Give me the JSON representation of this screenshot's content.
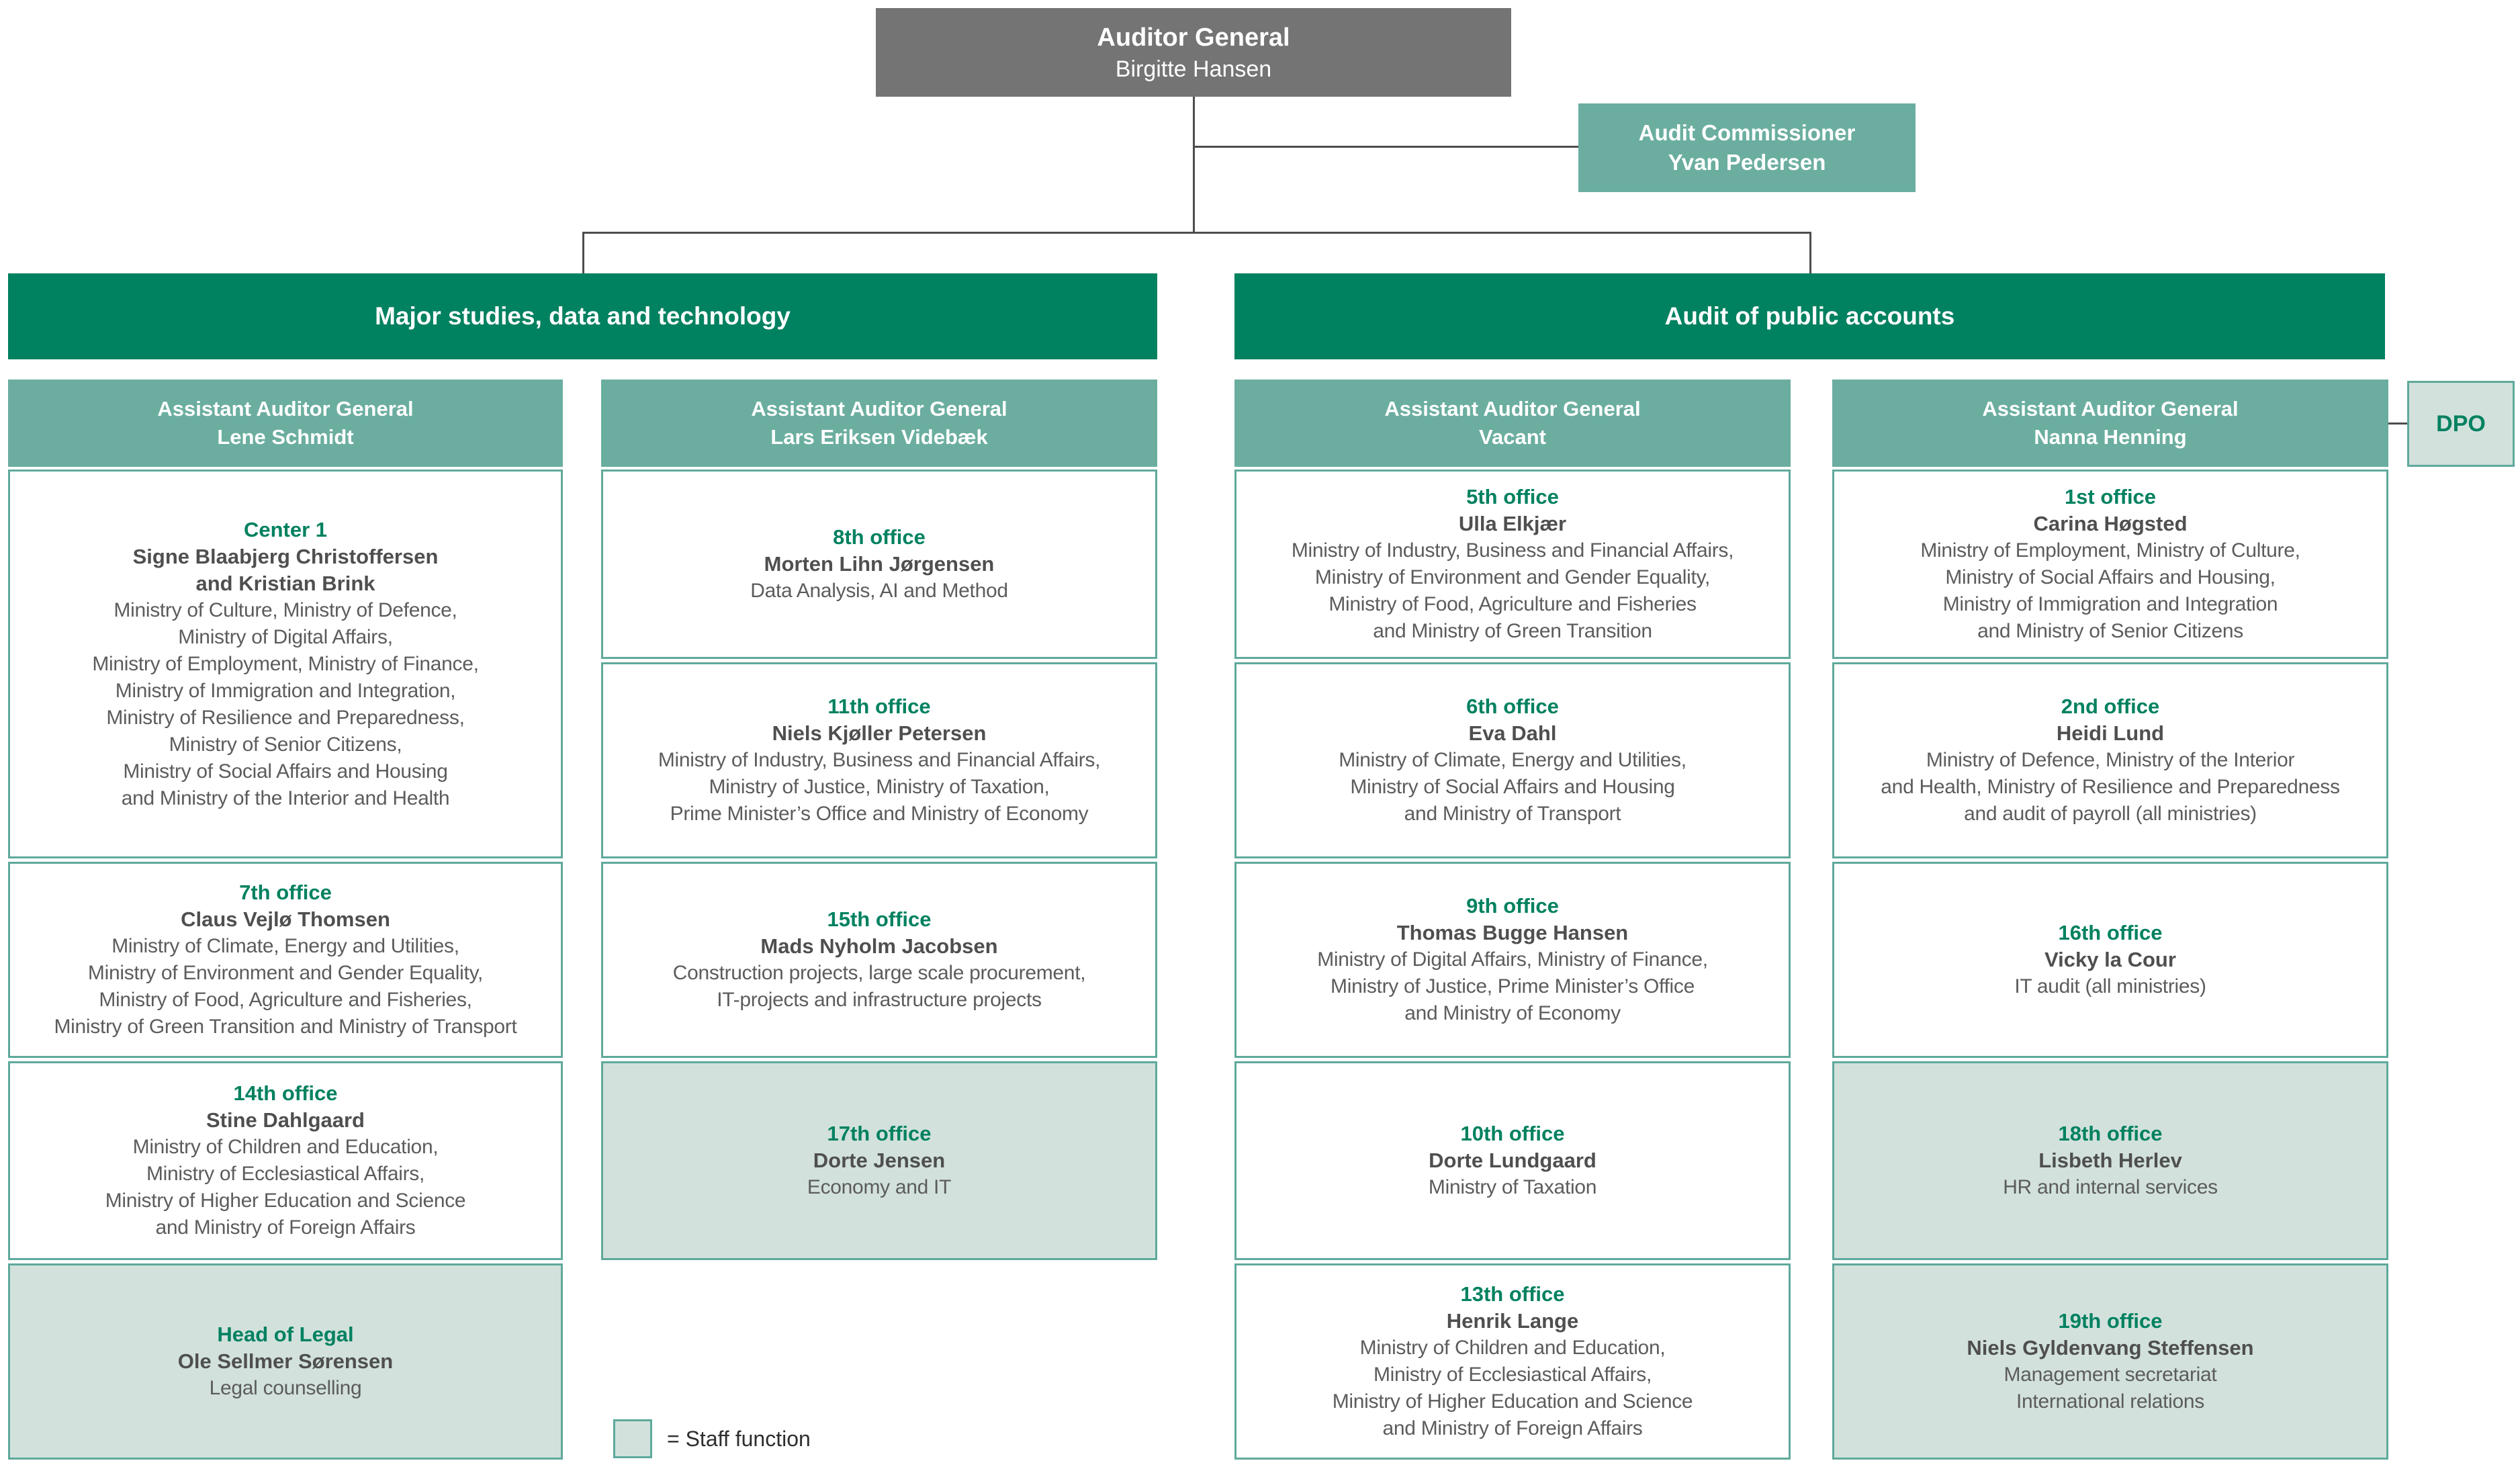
{
  "top": {
    "auditor_general": {
      "title": "Auditor General",
      "name": "Birgitte Hansen"
    },
    "audit_commissioner": {
      "title": "Audit Commissioner",
      "name": "Yvan Pedersen"
    }
  },
  "branches": [
    {
      "label": "Major studies, data and technology"
    },
    {
      "label": "Audit of public accounts"
    }
  ],
  "columns": [
    {
      "header": {
        "title": "Assistant Auditor General",
        "name": "Lene Schmidt"
      },
      "sections": [
        {
          "title": "Center 1",
          "span": 2,
          "name_lines": [
            "Signe Blaabjerg Christoffersen",
            "and Kristian Brink"
          ],
          "lines": [
            "Ministry of Culture, Ministry of Defence,",
            "Ministry of Digital Affairs,",
            "Ministry of Employment, Ministry of Finance,",
            "Ministry of Immigration and Integration,",
            "Ministry of Resilience and Preparedness,",
            "Ministry of Senior Citizens,",
            "Ministry of Social Affairs and Housing",
            "and Ministry of the Interior and Health"
          ]
        },
        {
          "title": "7th office",
          "name_lines": [
            "Claus Vejlø Thomsen"
          ],
          "lines": [
            "Ministry of Climate, Energy and Utilities,",
            "Ministry of Environment and Gender Equality,",
            "Ministry of Food, Agriculture and Fisheries,",
            "Ministry of Green Transition and Ministry of Transport"
          ]
        },
        {
          "title": "14th office",
          "name_lines": [
            "Stine Dahlgaard"
          ],
          "lines": [
            "Ministry of Children and Education,",
            "Ministry of Ecclesiastical Affairs,",
            "Ministry of Higher Education and Science",
            "and Ministry of Foreign Affairs"
          ]
        },
        {
          "title": "Head of Legal",
          "staff": true,
          "name_lines": [
            "Ole Sellmer Sørensen"
          ],
          "lines": [
            "Legal counselling"
          ]
        }
      ]
    },
    {
      "header": {
        "title": "Assistant Auditor General",
        "name": "Lars Eriksen Videbæk"
      },
      "sections": [
        {
          "title": "8th office",
          "name_lines": [
            "Morten Lihn Jørgensen"
          ],
          "lines": [
            "Data Analysis, AI and Method"
          ]
        },
        {
          "title": "11th office",
          "name_lines": [
            "Niels Kjøller Petersen"
          ],
          "lines": [
            "Ministry of Industry, Business and Financial Affairs,",
            "Ministry of Justice, Ministry of Taxation,",
            "Prime Minister’s Office and Ministry of Economy"
          ]
        },
        {
          "title": "15th office",
          "name_lines": [
            "Mads Nyholm Jacobsen"
          ],
          "lines": [
            "Construction projects, large scale procurement,",
            "IT-projects and infrastructure projects"
          ]
        },
        {
          "title": "17th office",
          "staff": true,
          "name_lines": [
            "Dorte Jensen"
          ],
          "lines": [
            "Economy and IT"
          ]
        }
      ]
    },
    {
      "header": {
        "title": "Assistant Auditor General",
        "name": "Vacant"
      },
      "sections": [
        {
          "title": "5th office",
          "name_lines": [
            "Ulla Elkjær"
          ],
          "lines": [
            "Ministry of Industry, Business and Financial Affairs,",
            "Ministry of Environment and Gender Equality,",
            "Ministry of Food, Agriculture and Fisheries",
            "and Ministry of Green Transition"
          ]
        },
        {
          "title": "6th office",
          "name_lines": [
            "Eva Dahl"
          ],
          "lines": [
            "Ministry of Climate, Energy and Utilities,",
            "Ministry of Social Affairs and Housing",
            "and Ministry of Transport"
          ]
        },
        {
          "title": "9th office",
          "name_lines": [
            "Thomas Bugge Hansen"
          ],
          "lines": [
            "Ministry of Digital Affairs, Ministry of Finance,",
            "Ministry of Justice, Prime Minister’s Office",
            "and Ministry of Economy"
          ]
        },
        {
          "title": "10th office",
          "name_lines": [
            "Dorte Lundgaard"
          ],
          "lines": [
            "Ministry of Taxation"
          ]
        },
        {
          "title": "13th office",
          "name_lines": [
            "Henrik Lange"
          ],
          "lines": [
            "Ministry of Children and Education,",
            "Ministry of Ecclesiastical Affairs,",
            "Ministry of Higher Education and Science",
            "and Ministry of Foreign Affairs"
          ]
        }
      ]
    },
    {
      "header": {
        "title": "Assistant Auditor General",
        "name": "Nanna Henning"
      },
      "sections": [
        {
          "title": "1st office",
          "name_lines": [
            "Carina Høgsted"
          ],
          "lines": [
            "Ministry of Employment, Ministry of Culture,",
            "Ministry of Social Affairs and Housing,",
            "Ministry of Immigration and Integration",
            "and Ministry of Senior Citizens"
          ]
        },
        {
          "title": "2nd office",
          "name_lines": [
            "Heidi Lund"
          ],
          "lines": [
            "Ministry of Defence, Ministry of the Interior",
            "and Health, Ministry of Resilience and Preparedness",
            "and audit of payroll (all ministries)"
          ]
        },
        {
          "title": "16th office",
          "name_lines": [
            "Vicky la Cour"
          ],
          "lines": [
            "IT audit (all ministries)"
          ]
        },
        {
          "title": "18th office",
          "staff": true,
          "name_lines": [
            "Lisbeth Herlev"
          ],
          "lines": [
            "HR and internal services"
          ]
        },
        {
          "title": "19th office",
          "staff": true,
          "name_lines": [
            "Niels Gyldenvang Steffensen"
          ],
          "lines": [
            "Management secretariat",
            "International relations"
          ]
        }
      ]
    }
  ],
  "dpo": {
    "label": "DPO"
  },
  "legend": {
    "label": "= Staff function"
  },
  "colors": {
    "dark_green": "#008160",
    "mid_green": "#6baea0",
    "light_green": "#d2e1dc",
    "border_teal": "#5fa99c",
    "title_green": "#008160",
    "gray_box": "#747474",
    "name_text": "#4f4f4f",
    "body_text": "#5c5c5c",
    "connector_line": "#4d4d4d",
    "legend_text": "#2e2e2e"
  }
}
